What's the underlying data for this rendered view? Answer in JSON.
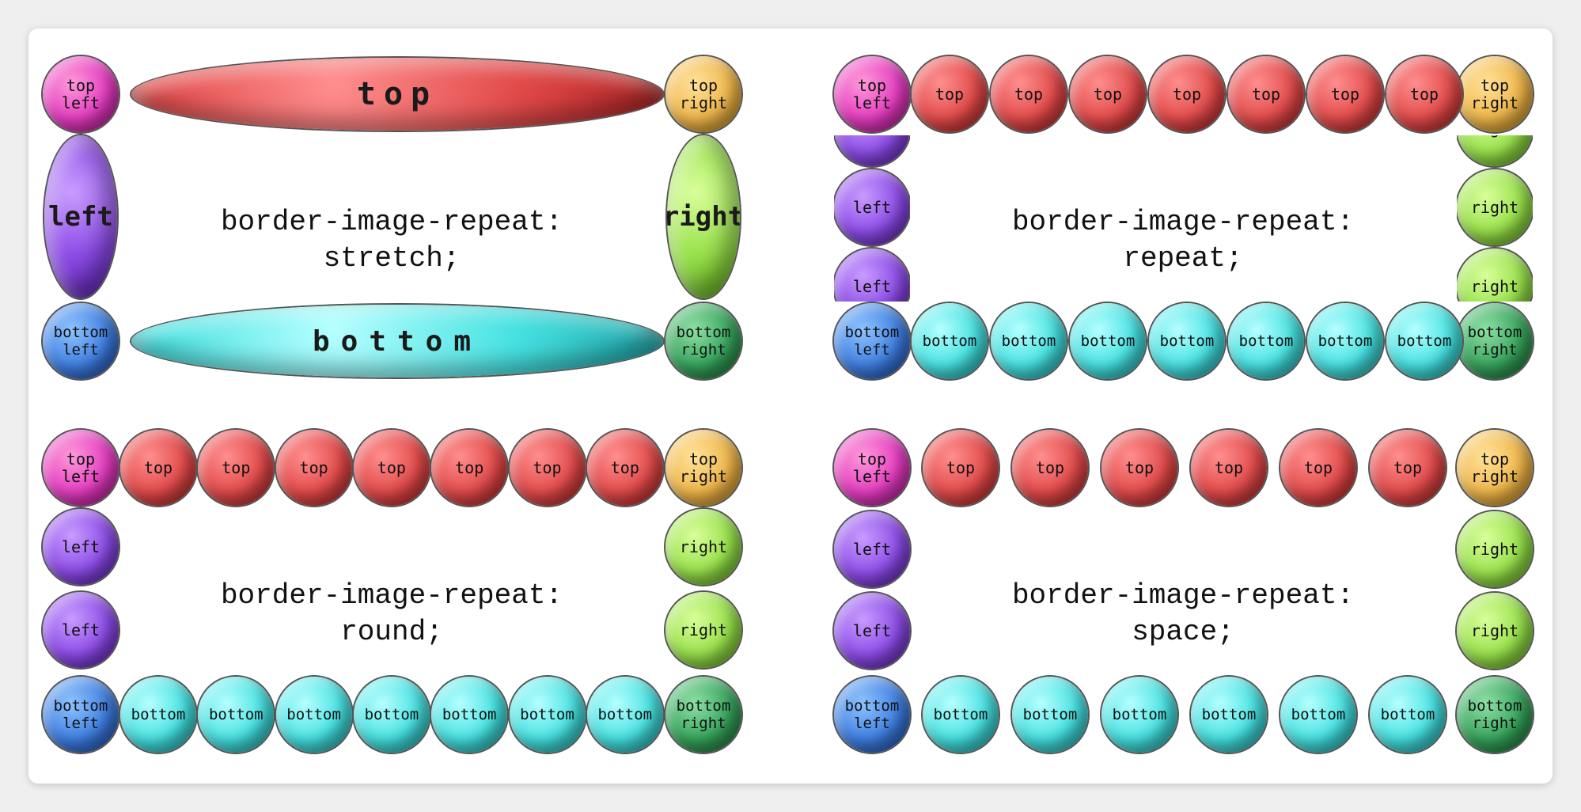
{
  "labels": {
    "top_left": "top\nleft",
    "top": "top",
    "top_right": "top\nright",
    "left": "left",
    "right": "right",
    "bottom_left": "bottom\nleft",
    "bottom": "bottom",
    "bottom_right": "bottom\nright"
  },
  "colors": {
    "top_left": "#e43cc0",
    "top": "#e24a4a",
    "top_right": "#efb64a",
    "left": "#8c4be6",
    "right": "#97e04a",
    "bottom_left": "#3e7ee0",
    "bottom": "#46e1e1",
    "bottom_right": "#35a35b"
  },
  "panels": [
    {
      "id": "stretch",
      "caption": "border-image-repeat:\nstretch;"
    },
    {
      "id": "repeat",
      "caption": "border-image-repeat:\nrepeat;"
    },
    {
      "id": "round",
      "caption": "border-image-repeat:\nround;"
    },
    {
      "id": "space",
      "caption": "border-image-repeat:\nspace;"
    }
  ]
}
